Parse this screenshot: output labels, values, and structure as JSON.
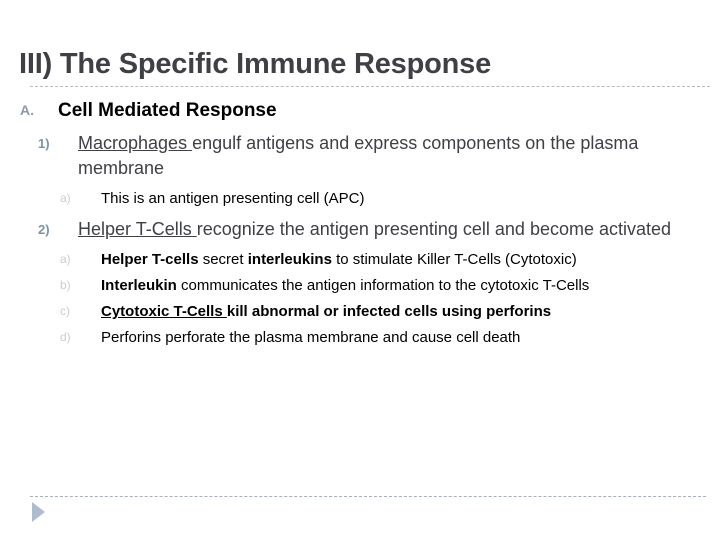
{
  "slide": {
    "title": "III) The Specific Immune Response",
    "sections": [
      {
        "marker": "A.",
        "text": "Cell Mediated Response"
      }
    ],
    "items": [
      {
        "marker": "1)",
        "lead": "Macrophages ",
        "rest": "engulf antigens and express components on the plasma membrane"
      },
      {
        "marker": "2)",
        "lead": "Helper T-Cells ",
        "rest": "recognize the antigen presenting cell and become activated"
      }
    ],
    "subitems_group1": [
      {
        "marker": "a)",
        "text": "This is an antigen presenting cell (APC)"
      }
    ],
    "subitems_group2": [
      {
        "marker": "a)",
        "part1": "Helper T-cells",
        "part2": " secret ",
        "part3": "interleukins",
        "part4": " to stimulate Killer T-Cells (Cytotoxic)"
      },
      {
        "marker": "b)",
        "part1": "Interleukin",
        "part2": " communicates the antigen information to the cytotoxic T-Cells"
      },
      {
        "marker": "c)",
        "part1": "Cytotoxic T-Cells ",
        "part2": "kill abnormal or infected cells using perforins"
      },
      {
        "marker": "d)",
        "part1": "Perforins perforate the plasma membrane and cause cell death"
      }
    ]
  },
  "footer": {
    "arrow_icon": "play-triangle-icon"
  },
  "colors": {
    "title": "#3f4046",
    "section_marker": "#8e98a8",
    "level1_marker": "#7e93a8",
    "level2_marker": "#c9ccd2",
    "rule": "#b4b8bf",
    "arrow": "#aebcd0"
  }
}
